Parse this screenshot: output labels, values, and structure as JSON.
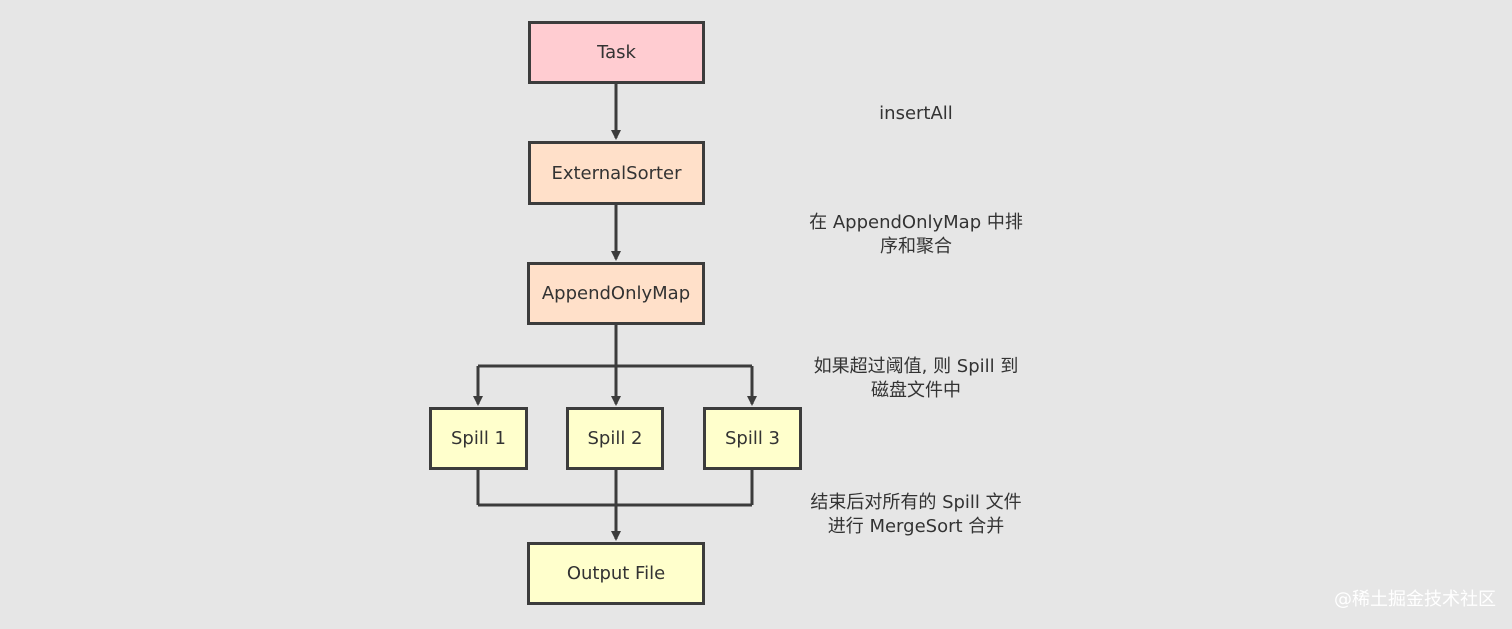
{
  "nodes": {
    "task": "Task",
    "external_sorter": "ExternalSorter",
    "append_only_map": "AppendOnlyMap",
    "spill1": "Spill 1",
    "spill2": "Spill 2",
    "spill3": "Spill 3",
    "output_file": "Output File"
  },
  "notes": {
    "insert_all": "insertAll",
    "sort_aggregate": [
      "在 AppendOnlyMap 中排",
      "序和聚合"
    ],
    "spill_threshold": [
      "如果超过阈值, 则 Spill 到",
      "磁盘文件中"
    ],
    "merge_sort": [
      "结束后对所有的 Spill 文件",
      "进行 MergeSort 合并"
    ]
  },
  "watermark": "@稀土掘金技术社区",
  "colors": {
    "background": "#e6e6e6",
    "task_fill": "#ffccd1",
    "process_fill": "#ffe0c9",
    "spill_fill": "#ffffcc",
    "border": "#3c3c3c",
    "text": "#333333"
  }
}
